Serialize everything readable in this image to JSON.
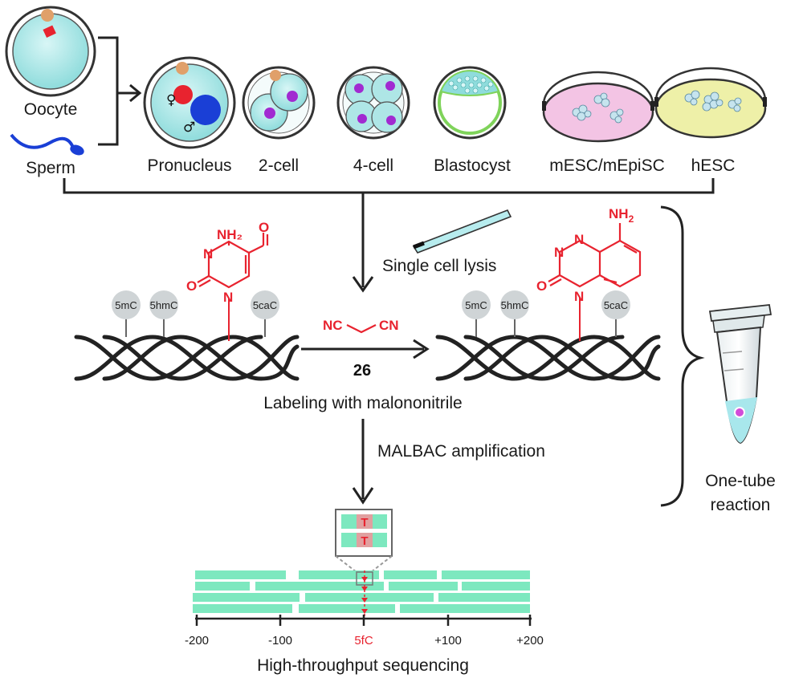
{
  "stages": {
    "oocyte": "Oocyte",
    "sperm": "Sperm",
    "pronucleus": "Pronucleus",
    "two_cell": "2-cell",
    "four_cell": "4-cell",
    "blastocyst": "Blastocyst",
    "mesc": "mESC/mEpiSC",
    "hesc": "hESC"
  },
  "pronucleus_symbols": {
    "female": "♀",
    "male": "♂"
  },
  "steps": {
    "lysis": "Single cell lysis",
    "labeling": "Labeling with malononitrile",
    "amplification": "MALBAC amplification",
    "sequencing": "High-throughput sequencing",
    "one_tube_line1": "One-tube",
    "one_tube_line2": "reaction"
  },
  "marks": {
    "m5c": "5mC",
    "hm5c": "5hmC",
    "ca5c": "5caC"
  },
  "chemistry": {
    "nh2": "NH₂",
    "nh": "NH",
    "sub2": "2",
    "n": "N",
    "o": "O",
    "nc_left": "NC",
    "cn_right": "CN",
    "compound_number": "26"
  },
  "read_base": "T",
  "axis": {
    "ticks": [
      "-200",
      "-100",
      "5fC",
      "+100",
      "+200"
    ],
    "center_label_color": "#e8232f"
  },
  "colors": {
    "cyan_cell": "#9fe3e3",
    "red": "#e8232f",
    "blue": "#1a3fd6",
    "purple": "#a12ad1",
    "orange": "#e0a06a",
    "read_green": "#7de8bf",
    "dish_pink": "#f3c4e4",
    "dish_yellow": "#eef0a8"
  }
}
